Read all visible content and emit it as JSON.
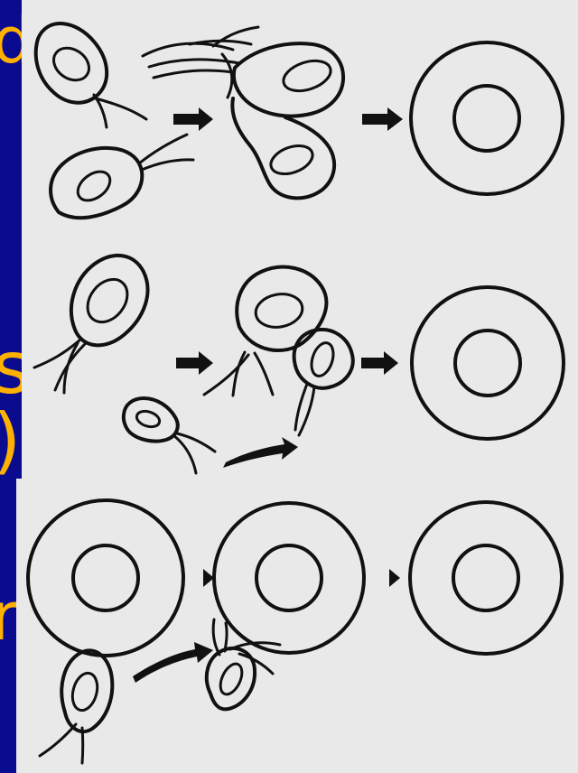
{
  "background_text": {
    "line1": "d",
    "line2": "s",
    "line3": ")",
    "line4": "r"
  },
  "colors": {
    "slide_background": "#0b0b8f",
    "slide_text": "#ffb100",
    "panel_background": "#e9e9e9",
    "line_art": "#111111"
  }
}
